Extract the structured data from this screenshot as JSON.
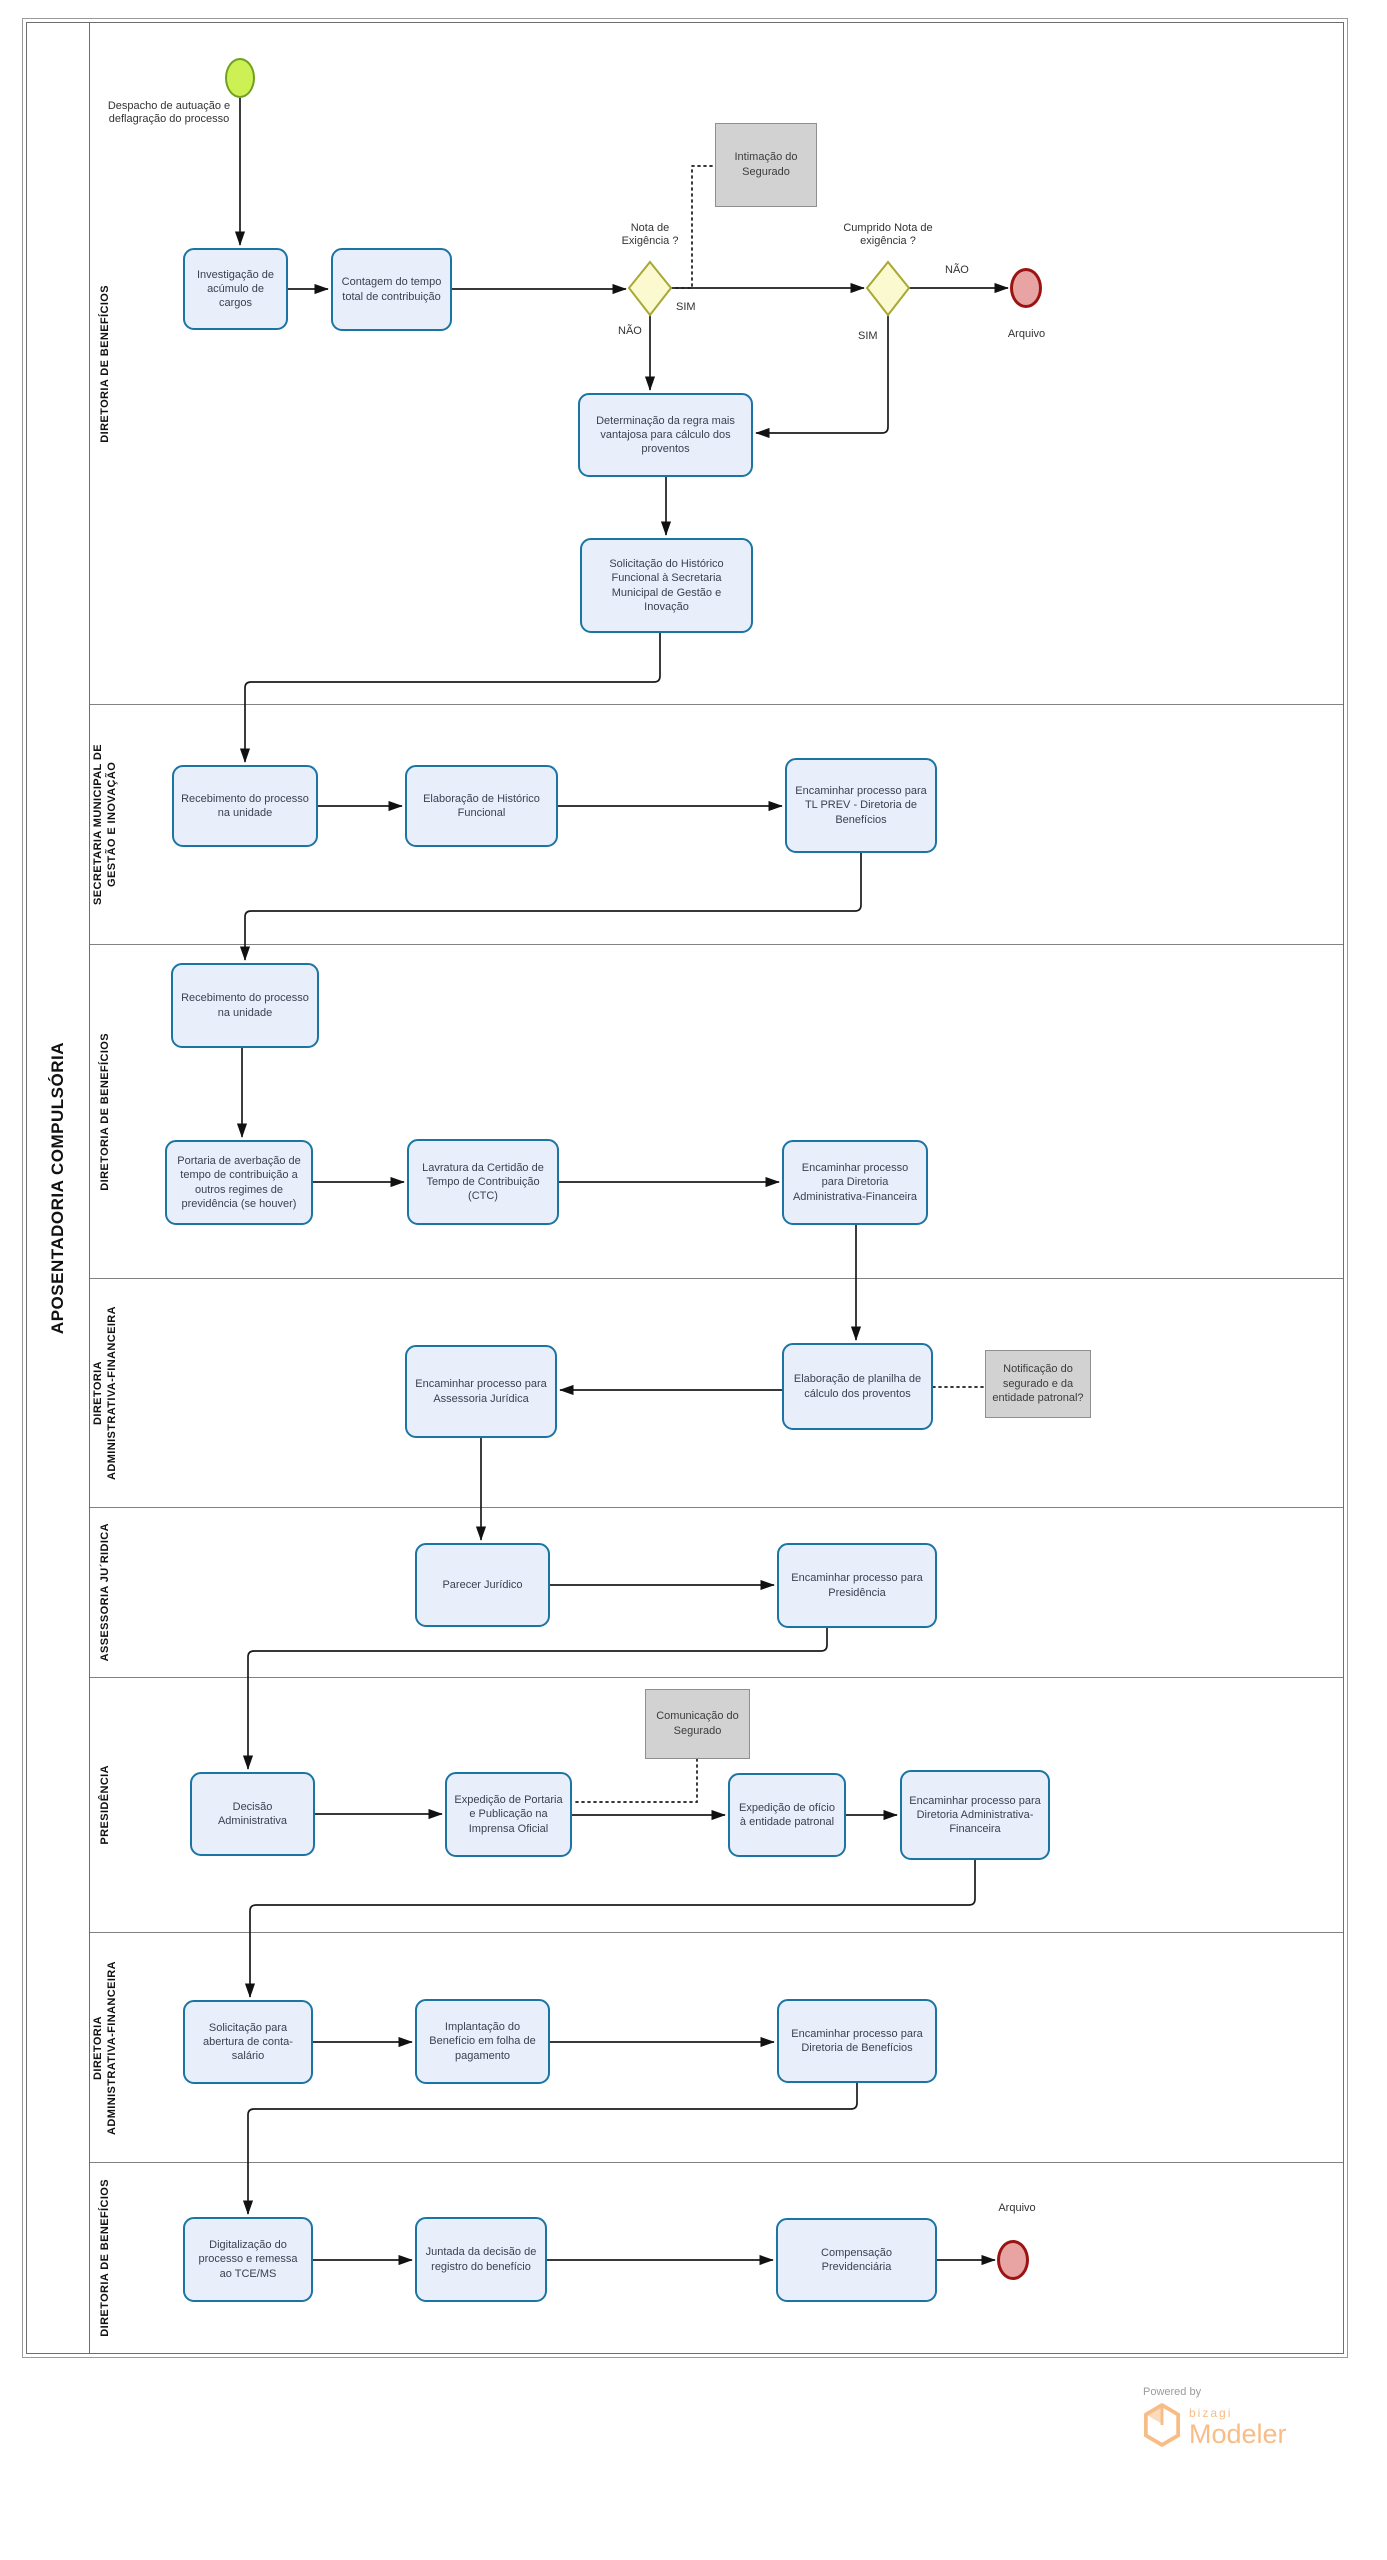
{
  "pool": {
    "title": "APOSENTADORIA COMPULSÓRIA"
  },
  "lanes": [
    {
      "label": "DIRETORIA DE BENEFÍCIOS"
    },
    {
      "label": "SECRETARIA MUNICIPAL DE\nGESTÃO E INOVAÇÃO"
    },
    {
      "label": "DIRETORIA DE BENEFÍCIOS"
    },
    {
      "label": "DIRETORIA\nADMINISTRATIVA-FINANCEIRA"
    },
    {
      "label": "ASSESSORIA JU´RIDICA"
    },
    {
      "label": "PRESIDÊNCIA"
    },
    {
      "label": "DIRETORIA\nADMINISTRATIVA-FINANCEIRA"
    },
    {
      "label": "DIRETORIA DE BENEFÍCIOS"
    }
  ],
  "events": {
    "start_label": "Despacho de autuação e deflagração do processo",
    "end1_label": "Arquivo",
    "end2_label": "Arquivo"
  },
  "gateways": {
    "nota": "Nota de\nExigência ?",
    "cumprido": "Cumprido Nota de\nexigência ?"
  },
  "flow_labels": {
    "sim1": "SIM",
    "nao1": "NÃO",
    "nao2": "NÃO",
    "sim2": "SIM"
  },
  "annotations": {
    "intimacao": "Intimação do\nSegurado",
    "notificacao": "Notificação do\nsegurado e da\nentidade patronal?",
    "comunicacao": "Comunicação do\nSegurado"
  },
  "tasks": {
    "investigacao": "Investigação de acúmulo de cargos",
    "contagem": "Contagem do tempo total de contribuição",
    "determinacao": "Determinação da regra mais vantajosa para cálculo dos proventos",
    "solicitacao_historico": "Solicitação do Histórico Funcional à Secretaria Municipal de Gestão e Inovação",
    "recebimento1": "Recebimento do processo na unidade",
    "elaboracao_historico": "Elaboração de Histórico Funcional",
    "encaminhar_tlprev": "Encaminhar processo para TL PREV - Diretoria de Benefícios",
    "recebimento2": "Recebimento do processo na unidade",
    "portaria_averbacao": "Portaria de averbação de tempo de contribuição a outros regimes de previdência (se houver)",
    "lavratura_ctc": "Lavratura da Certidão de Tempo de Contribuição (CTC)",
    "encaminhar_daf1": "Encaminhar processo para Diretoria Administrativa-Financeira",
    "elaboracao_planilha": "Elaboração de planilha de cálculo dos proventos",
    "encaminhar_assessoria": "Encaminhar processo para Assessoria Jurídica",
    "parecer": "Parecer Jurídico",
    "encaminhar_presidencia": "Encaminhar processo para Presidência",
    "decisao": "Decisão Administrativa",
    "expedicao_portaria": "Expedição de Portaria e Publicação na Imprensa Oficial",
    "expedicao_oficio": "Expedição de ofício à entidade patronal",
    "encaminhar_daf2": "Encaminhar processo para Diretoria Administrativa-Financeira",
    "solicitacao_conta": "Solicitação para abertura de conta-salário",
    "implantacao": "Implantação do Benefício em folha de pagamento",
    "encaminhar_db": "Encaminhar processo para Diretoria de Benefícios",
    "digitalizacao": "Digitalização do processo e remessa ao TCE/MS",
    "juntada": "Juntada da decisão de registro do benefício",
    "compensacao": "Compensação Previdenciária"
  },
  "footer": {
    "powered_by": "Powered by",
    "brand": "bizagi",
    "product": "Modeler"
  },
  "colors": {
    "task_fill": "#e9eefb",
    "task_border": "#1b75a4",
    "gateway_fill": "#fbf9cf",
    "gateway_border": "#a8a832",
    "start_fill": "#cdf155",
    "start_border": "#6fa11e",
    "end_fill": "#e8a3a3",
    "end_border": "#9b1313",
    "annotation_fill": "#d2d2d2",
    "brand_color": "#f8bd86"
  }
}
